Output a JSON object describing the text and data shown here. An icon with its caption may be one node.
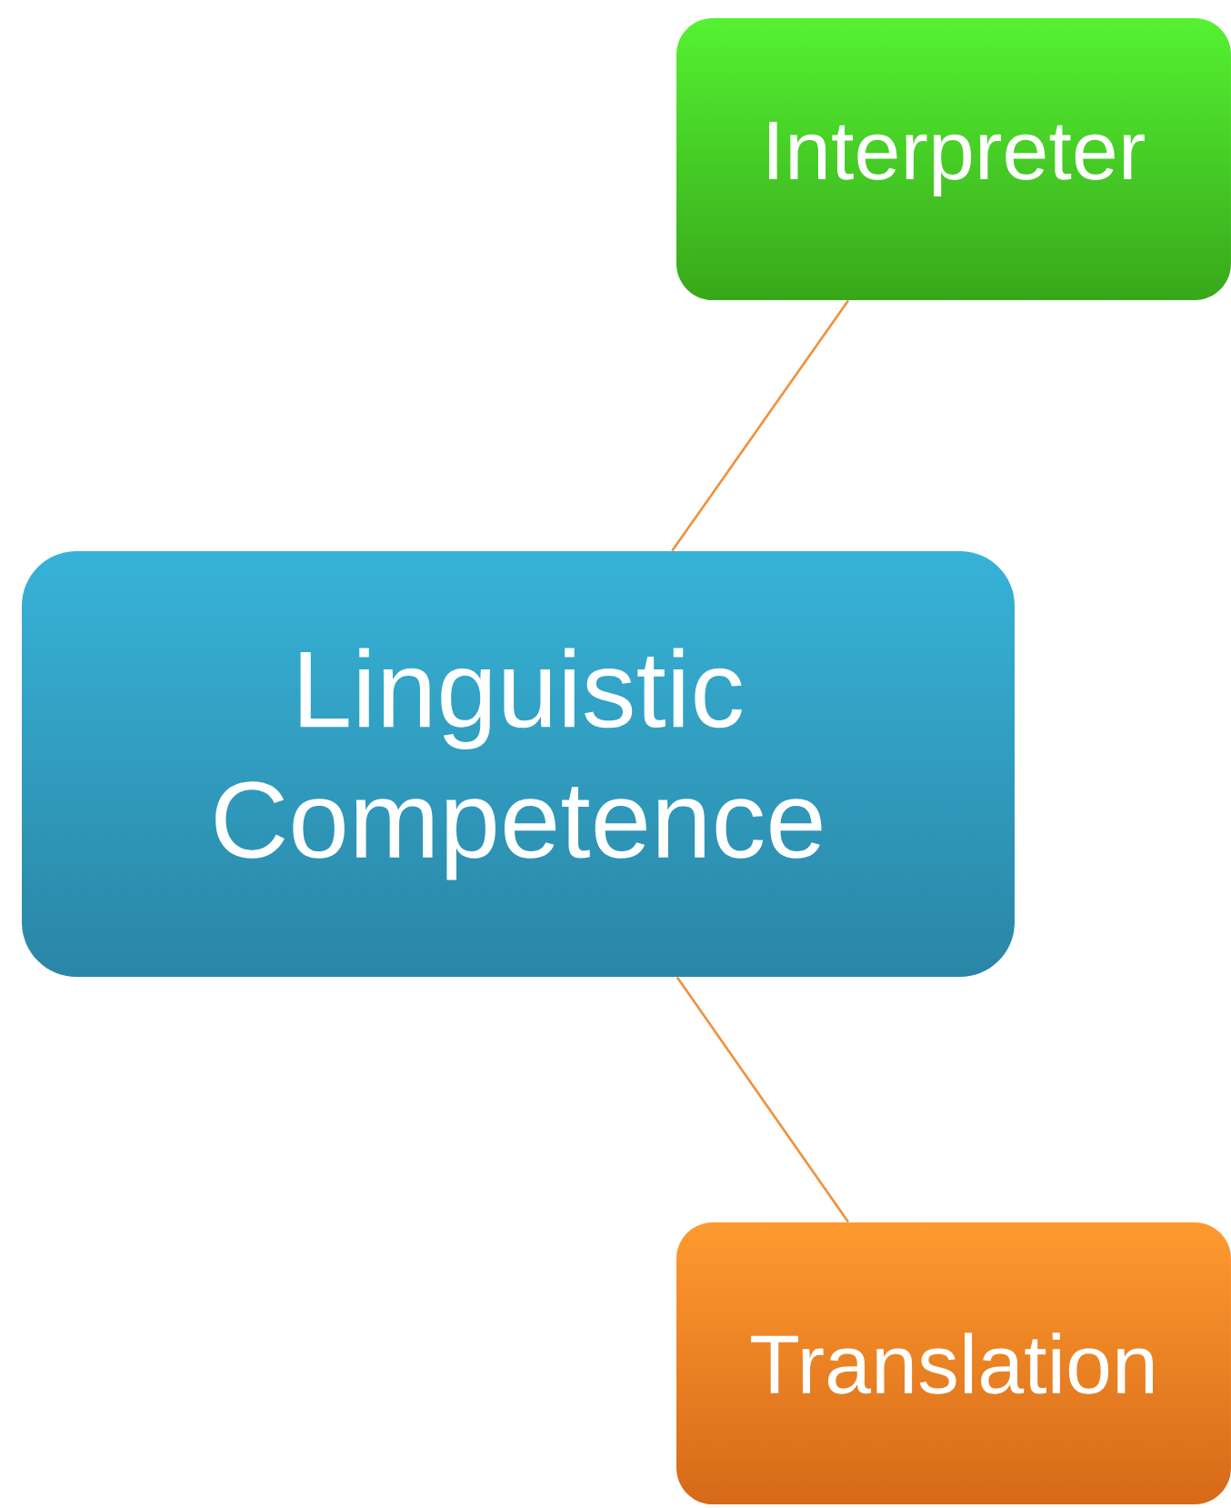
{
  "diagram": {
    "nodes": [
      {
        "text": [
          "Linguistic Competence"
        ]
      },
      {
        "text": [
          "Interpreter"
        ]
      },
      {
        "text": [
          "Translation"
        ]
      }
    ],
    "edges": [
      {
        "from": 0,
        "to": 1,
        "arrow": "none"
      },
      {
        "from": 0,
        "to": 2,
        "arrow": "none"
      }
    ]
  }
}
